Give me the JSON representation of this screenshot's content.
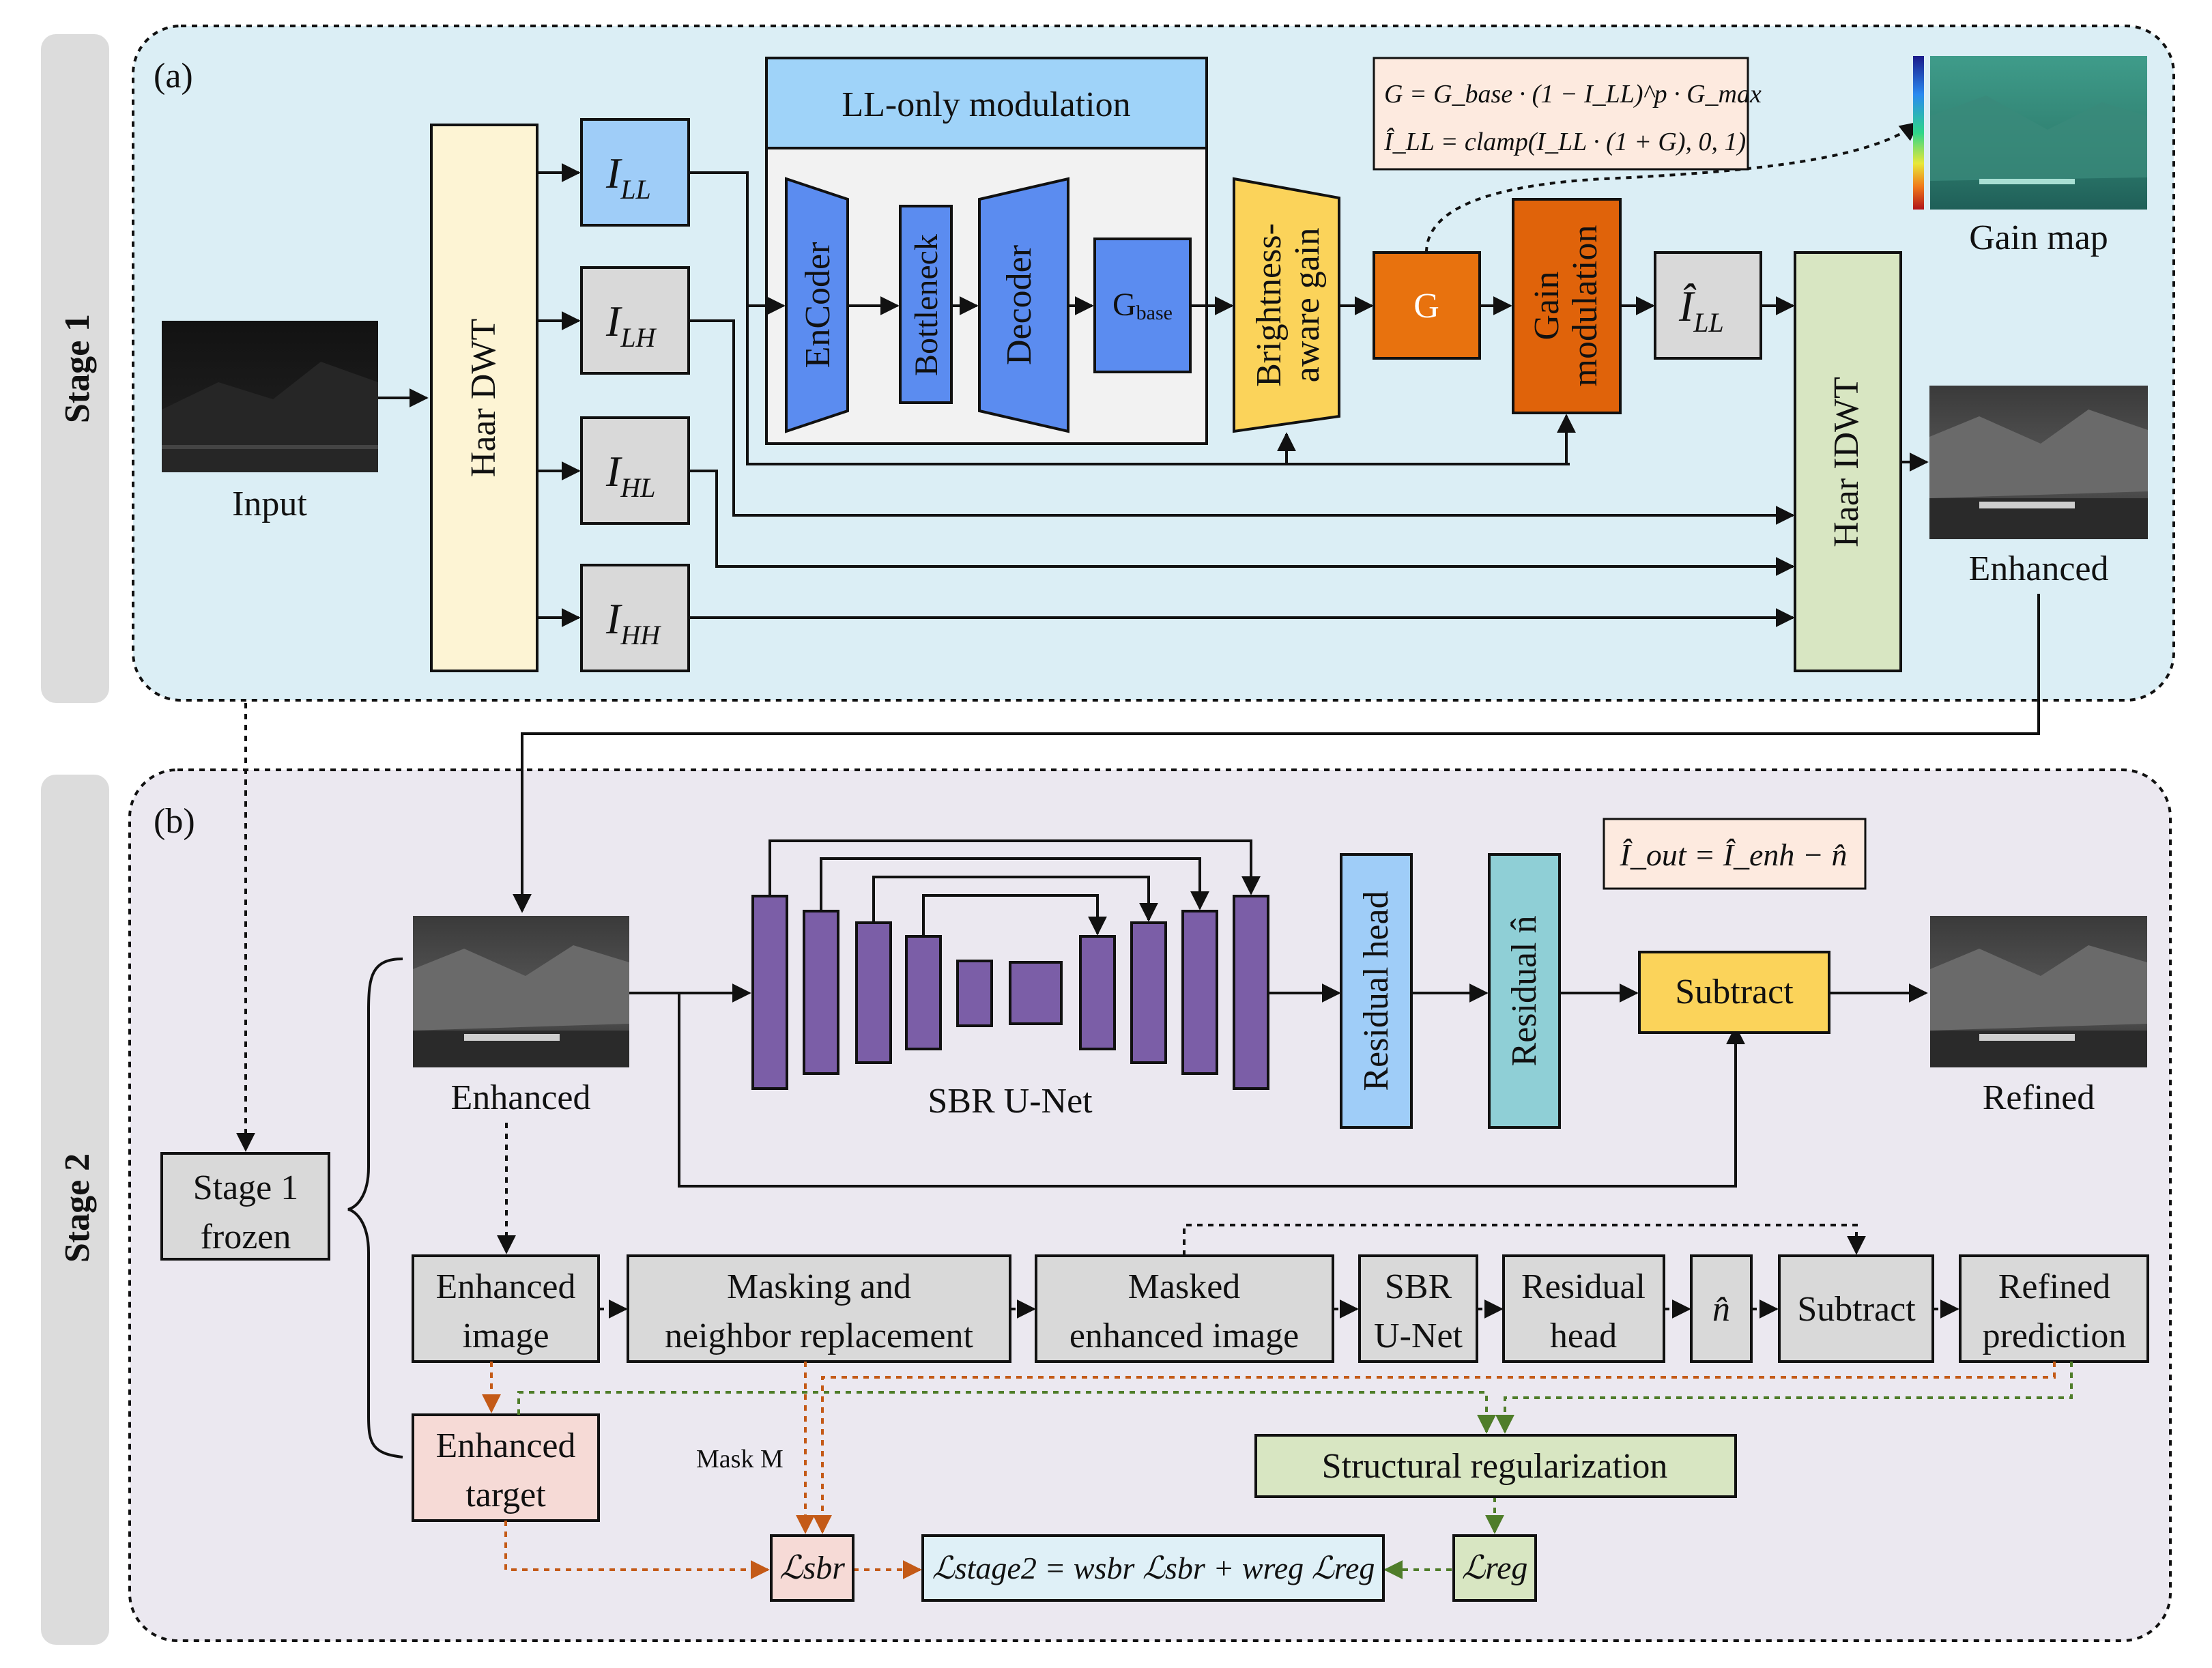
{
  "stage_labels": {
    "stage1": "Stage 1",
    "stage2": "Stage 2"
  },
  "panel_labels": {
    "a": "(a)",
    "b": "(b)"
  },
  "stage1": {
    "input_label": "Input",
    "haar_dwt": "Haar  DWT",
    "ll_only_modulation": "LL-only modulation",
    "encoder": "EnCoder",
    "bottleneck": "Bottleneck",
    "decoder": "Decoder",
    "gbase_main": "G",
    "gbase_sub": "base",
    "brightness_gain_line1": "Brightness-",
    "brightness_gain_line2": "aware gain",
    "g_box": "G",
    "gain_mod_line1": "Gain",
    "gain_mod_line2": "modulation",
    "haar_idwt": "Haar  IDWT",
    "enhanced_label": "Enhanced",
    "gain_map_label": "Gain map",
    "subbands": [
      {
        "main": "I",
        "sub": "LL"
      },
      {
        "main": "I",
        "sub": "LH"
      },
      {
        "main": "I",
        "sub": "HL"
      },
      {
        "main": "I",
        "sub": "HH"
      }
    ],
    "ll_hat": {
      "main": "Î",
      "sub": "LL"
    },
    "formula_line1": "G = G_base · (1 − I_LL)^p · G_max",
    "formula_line2": "Î_LL = clamp(I_LL · (1 + G), 0, 1)"
  },
  "stage2": {
    "enhanced_label": "Enhanced",
    "unet_label": "SBR U-Net",
    "residual_head": "Residual head",
    "residual_n": "Residual n̂",
    "subtract": "Subtract",
    "refined_label": "Refined",
    "formula": "Î_out = Î_enh − n̂",
    "stage1_frozen_line1": "Stage 1",
    "stage1_frozen_line2": "frozen",
    "flow": {
      "enhanced_image_1": "Enhanced",
      "enhanced_image_2": "image",
      "masking_1": "Masking and",
      "masking_2": "neighbor replacement",
      "masked_1": "Masked",
      "masked_2": "enhanced image",
      "sbr_1": "SBR",
      "sbr_2": "U-Net",
      "reshead_1": "Residual",
      "reshead_2": "head",
      "nhat": "n̂",
      "subtract": "Subtract",
      "refined_1": "Refined",
      "refined_2": "prediction"
    },
    "enhanced_target_1": "Enhanced",
    "enhanced_target_2": "target",
    "mask_m": "Mask M",
    "structural_reg": "Structural regularization",
    "l_sbr": "ℒsbr",
    "l_reg": "ℒreg",
    "loss_formula": "ℒstage2 = wsbr ℒsbr + wreg ℒreg"
  }
}
